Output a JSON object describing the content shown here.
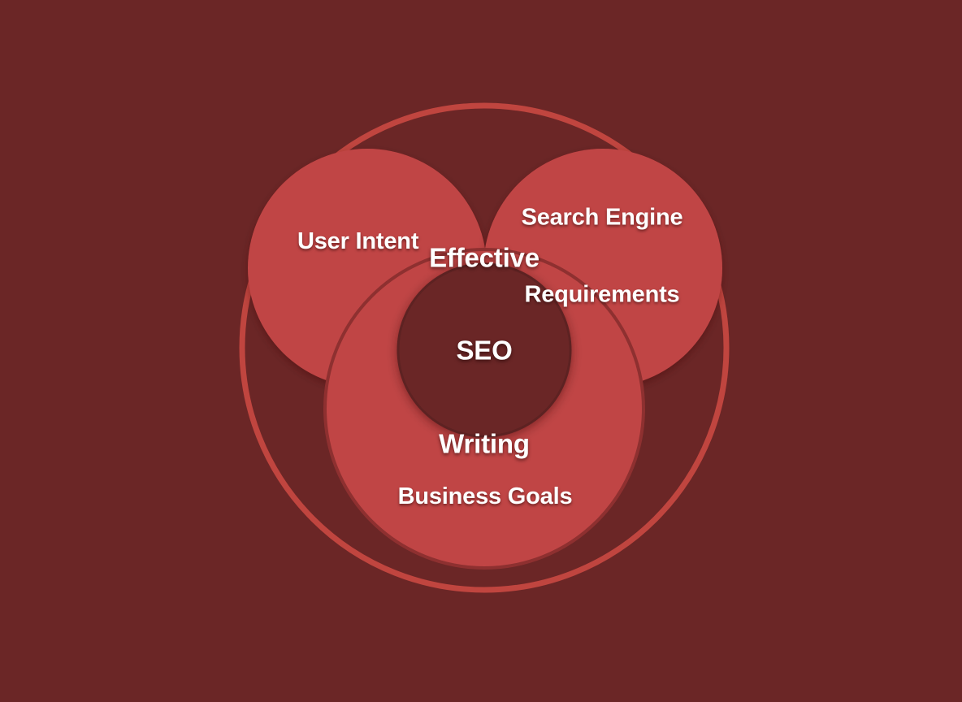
{
  "diagram": {
    "type": "venn",
    "title": "Effective SEO Writing",
    "background_color": "#6b2626",
    "circle_fill_color": "#c04545",
    "outer_ring_color": "#c0453f",
    "center_circle_color": "#6b2828",
    "label_text_color": "#ffffff",
    "sets": [
      {
        "id": "user-intent",
        "label": "User Intent",
        "position": "top-left",
        "fill": "#c04545"
      },
      {
        "id": "search-engine-requirements",
        "label_line_1": "Search Engine",
        "label_line_2": "Requirements",
        "position": "top-right",
        "fill": "#c04545"
      },
      {
        "id": "business-goals",
        "label": "Business Goals",
        "position": "bottom",
        "fill": "#c04545"
      }
    ],
    "intersection": {
      "id": "effective-seo-writing",
      "label_line_1": "Effective",
      "label_line_2": "SEO",
      "label_line_3": "Writing",
      "fill": "#6b2828"
    }
  }
}
